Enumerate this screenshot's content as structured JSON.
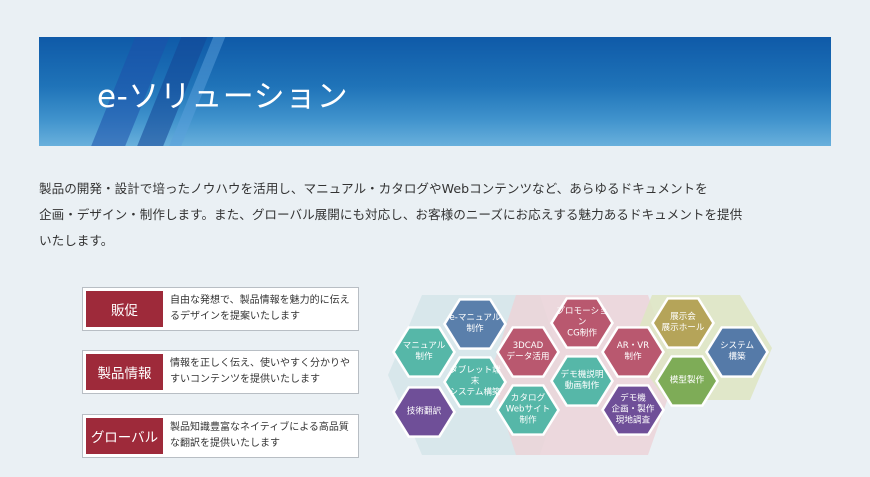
{
  "banner": {
    "title": "e-ソリューション"
  },
  "description": "製品の開発・設計で培ったノウハウを活用し、マニュアル・カタログやWebコンテンツなど、あらゆるドキュメントを\n企画・デザイン・制作します。また、グローバル展開にも対応し、お客様のニーズにお応えする魅力あるドキュメントを提供\nいたします。",
  "features": [
    {
      "label": "販促",
      "text": "自由な発想で、製品情報を魅力的に伝えるデザインを提案いたします"
    },
    {
      "label": "製品情報",
      "text": "情報を正しく伝え、使いやすく分かりやすいコンテンツを提供いたします"
    },
    {
      "label": "グローバル",
      "text": "製品知識豊富なネイティブによる高品質な翻訳を提供いたします"
    }
  ],
  "colors": {
    "tag": "#9e2a3a",
    "hex_blue": "#5a7fab",
    "hex_teal": "#56b7a8",
    "hex_pink": "#b9586f",
    "hex_purple": "#6f4f98",
    "hex_olive": "#b5a459",
    "hex_green": "#7eac57",
    "hex_navy": "#557aa8"
  },
  "hexes": [
    {
      "label": "マニュアル\n制作",
      "color": "#56b7a8"
    },
    {
      "label": "e-マニュアル\n制作",
      "color": "#5a7fab"
    },
    {
      "label": "タブレット端末\nシステム構築",
      "color": "#56b7a8"
    },
    {
      "label": "技術翻訳",
      "color": "#6f4f98"
    },
    {
      "label": "3DCAD\nデータ活用",
      "color": "#b9586f"
    },
    {
      "label": "カタログ\nWebサイト\n制作",
      "color": "#56b7a8"
    },
    {
      "label": "プロモーション\nCG制作",
      "color": "#b9586f"
    },
    {
      "label": "デモ機説明\n動画制作",
      "color": "#56b7a8"
    },
    {
      "label": "AR・VR\n制作",
      "color": "#b9586f"
    },
    {
      "label": "デモ機\n企画・製作\n現地調査",
      "color": "#6f4f98"
    },
    {
      "label": "展示会\n展示ホール",
      "color": "#b5a459"
    },
    {
      "label": "模型製作",
      "color": "#7eac57"
    },
    {
      "label": "システム\n構築",
      "color": "#557aa8"
    }
  ]
}
